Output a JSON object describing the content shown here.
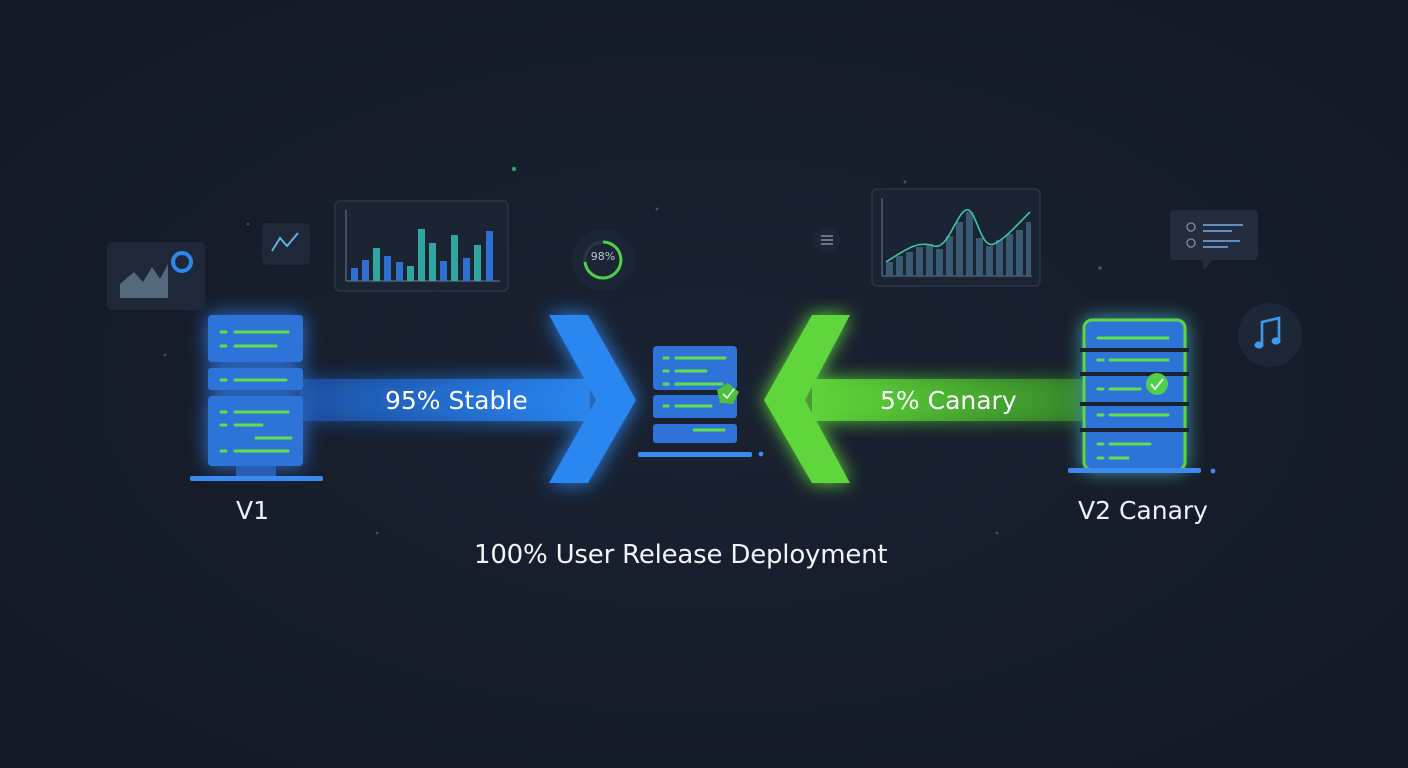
{
  "diagram": {
    "source_label": "V1",
    "canary_label": "V2 Canary",
    "stable_flow_label": "95% Stable",
    "canary_flow_label": "5% Canary",
    "caption": "100% User Release Deployment",
    "ring_indicator_text": "98%"
  },
  "colors": {
    "background": "#151c29",
    "stable_blue": "#2a86f0",
    "canary_green": "#5fd63a",
    "server_body": "#2f73d8",
    "line_green": "#5fe04a"
  },
  "icons": {
    "area_chart_widget": "area-chart-icon",
    "trend_widget": "trend-line-icon",
    "ring_widget": "progress-ring-icon",
    "menu_widget": "menu-icon",
    "list_widget": "list-icon",
    "music_widget": "music-note-icon",
    "check_badge": "check-icon"
  }
}
